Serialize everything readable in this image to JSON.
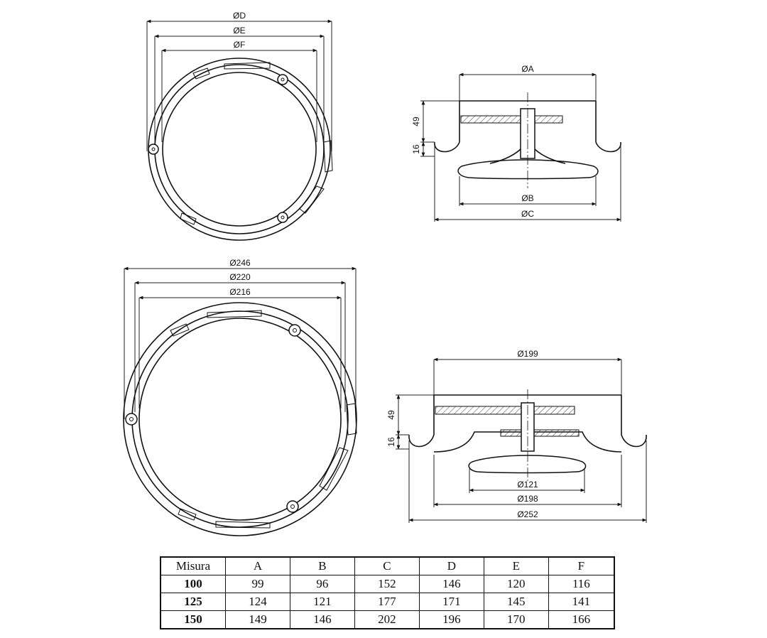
{
  "diagram_top_left": {
    "labels": {
      "d": "ØD",
      "e": "ØE",
      "f": "ØF"
    }
  },
  "diagram_top_right": {
    "labels": {
      "a": "ØA",
      "b": "ØB",
      "c": "ØC",
      "h1": "49",
      "h2": "16"
    }
  },
  "diagram_bottom_left": {
    "labels": {
      "d": "Ø246",
      "e": "Ø220",
      "f": "Ø216"
    }
  },
  "diagram_bottom_right": {
    "labels": {
      "a": "Ø199",
      "k": "Ø121",
      "b": "Ø198",
      "c": "Ø252",
      "h1": "49",
      "h2": "16"
    }
  },
  "table": {
    "corner": "Misura",
    "columns": [
      "A",
      "B",
      "C",
      "D",
      "E",
      "F"
    ],
    "rows": [
      {
        "label": "100",
        "values": [
          "99",
          "96",
          "152",
          "146",
          "120",
          "116"
        ]
      },
      {
        "label": "125",
        "values": [
          "124",
          "121",
          "177",
          "171",
          "145",
          "141"
        ]
      },
      {
        "label": "150",
        "values": [
          "149",
          "146",
          "202",
          "196",
          "170",
          "166"
        ]
      }
    ]
  }
}
